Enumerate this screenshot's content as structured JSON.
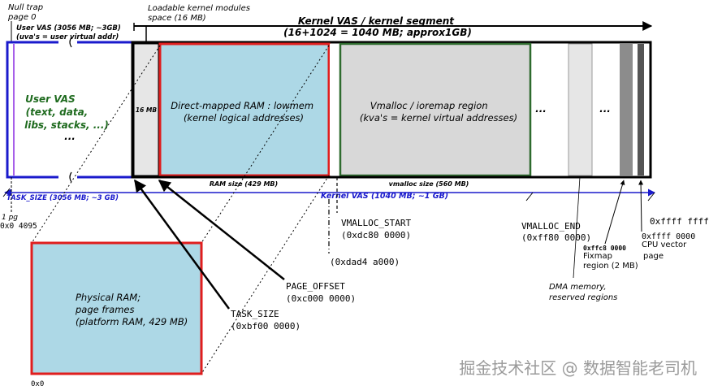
{
  "header": {
    "null_trap": [
      "Null trap",
      "page 0"
    ],
    "user_vas_note": [
      "User VAS (3056 MB; ~3GB)",
      "(uva's = user virtual addr)"
    ],
    "lkm_note": [
      "Loadable kernel modules",
      "space (16 MB)"
    ],
    "kernel_title": [
      "Kernel VAS / kernel segment",
      "(16+1024 = 1040 MB; approx1GB)"
    ]
  },
  "regions": {
    "user_vas": [
      "User VAS",
      "(text, data,",
      "libs, stacks, ...)",
      "..."
    ],
    "lkm_size": "16 MB",
    "lowmem": [
      "Direct-mapped RAM : lowmem",
      "(kernel logical addresses)"
    ],
    "vmalloc": [
      "Vmalloc / ioremap region",
      "(kva's = kernel virtual addresses)"
    ],
    "ellipsis_1": "...",
    "ellipsis_2": "..."
  },
  "sizes": {
    "ram_size": "RAM size (429 MB)",
    "vmalloc_size": "vmalloc size (560 MB)",
    "task_size": "TASK_SIZE (3056 MB; ~3 GB)",
    "kernel_vas": "Kernel VAS (1040 MB; ~1 GB)"
  },
  "addresses": {
    "pg": [
      "1 pg",
      "0x0 4095"
    ],
    "vmalloc_start": [
      "VMALLOC_START",
      "(0xdc80 0000)"
    ],
    "vmalloc_mid": "(0xdad4 a000)",
    "vmalloc_end": [
      "VMALLOC_END",
      "(0xff80 0000)"
    ],
    "top_addr": "0xffff ffff",
    "fixmap_addr": "0xffc8 0000",
    "cpu_vec_addr": "0xffff 0000",
    "page_offset": [
      "PAGE_OFFSET",
      "(0xc000 0000)"
    ],
    "task_size_addr": [
      "TASK_SIZE",
      "(0xbf00 0000)"
    ],
    "phys_zero": "0x0"
  },
  "notes": {
    "fixmap": [
      "Fixmap",
      "region (2 MB)"
    ],
    "cpu_vector": [
      "CPU vector",
      "page"
    ],
    "dma": [
      "DMA memory,",
      "reserved regions"
    ]
  },
  "physical": [
    "Physical RAM;",
    "page frames",
    "(platform RAM, 429 MB)"
  ],
  "watermark": "掘金技术社区 @ 数据智能老司机",
  "colors": {
    "user_border": "#1a1acc",
    "user_text": "#1f6b1f",
    "lowmem_border": "#e01e1e",
    "lowmem_fill": "#add8e6",
    "vmalloc_border": "#2e6b2e",
    "vmalloc_fill": "#d8d8d8",
    "axis_blue": "#1a1acc"
  }
}
